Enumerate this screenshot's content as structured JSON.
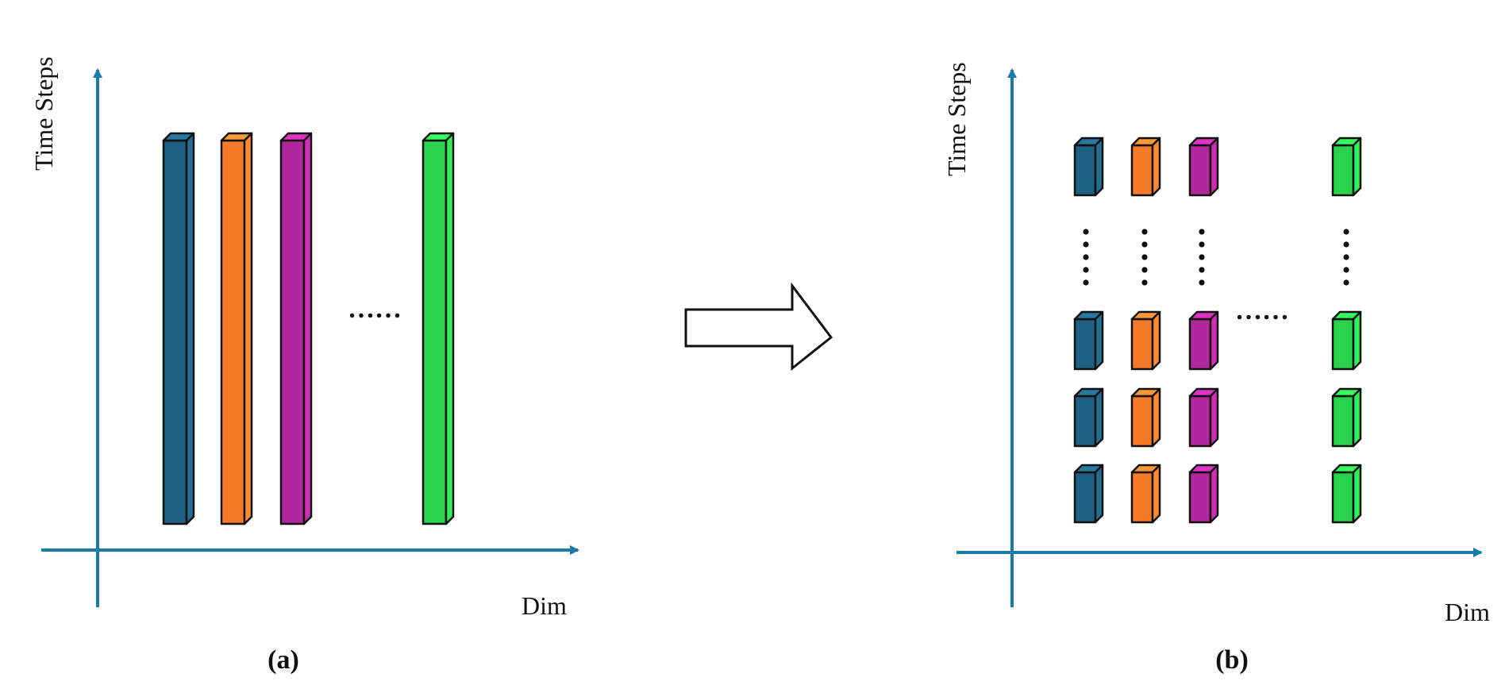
{
  "colors": {
    "axis": "#1a7aa8",
    "outline": "#111111",
    "bars": [
      "#1f5f80",
      "#f47a2a",
      "#b2289c",
      "#29d24a"
    ]
  },
  "panel_a": {
    "y_axis_label": "Time Steps",
    "x_axis_label": "Dim",
    "caption": "(a)",
    "ellipsis": "……"
  },
  "panel_b": {
    "y_axis_label": "Time Steps",
    "x_axis_label": "Dim",
    "caption": "(b)",
    "ellipsis": "……"
  },
  "transition_arrow": "right-arrow-icon"
}
